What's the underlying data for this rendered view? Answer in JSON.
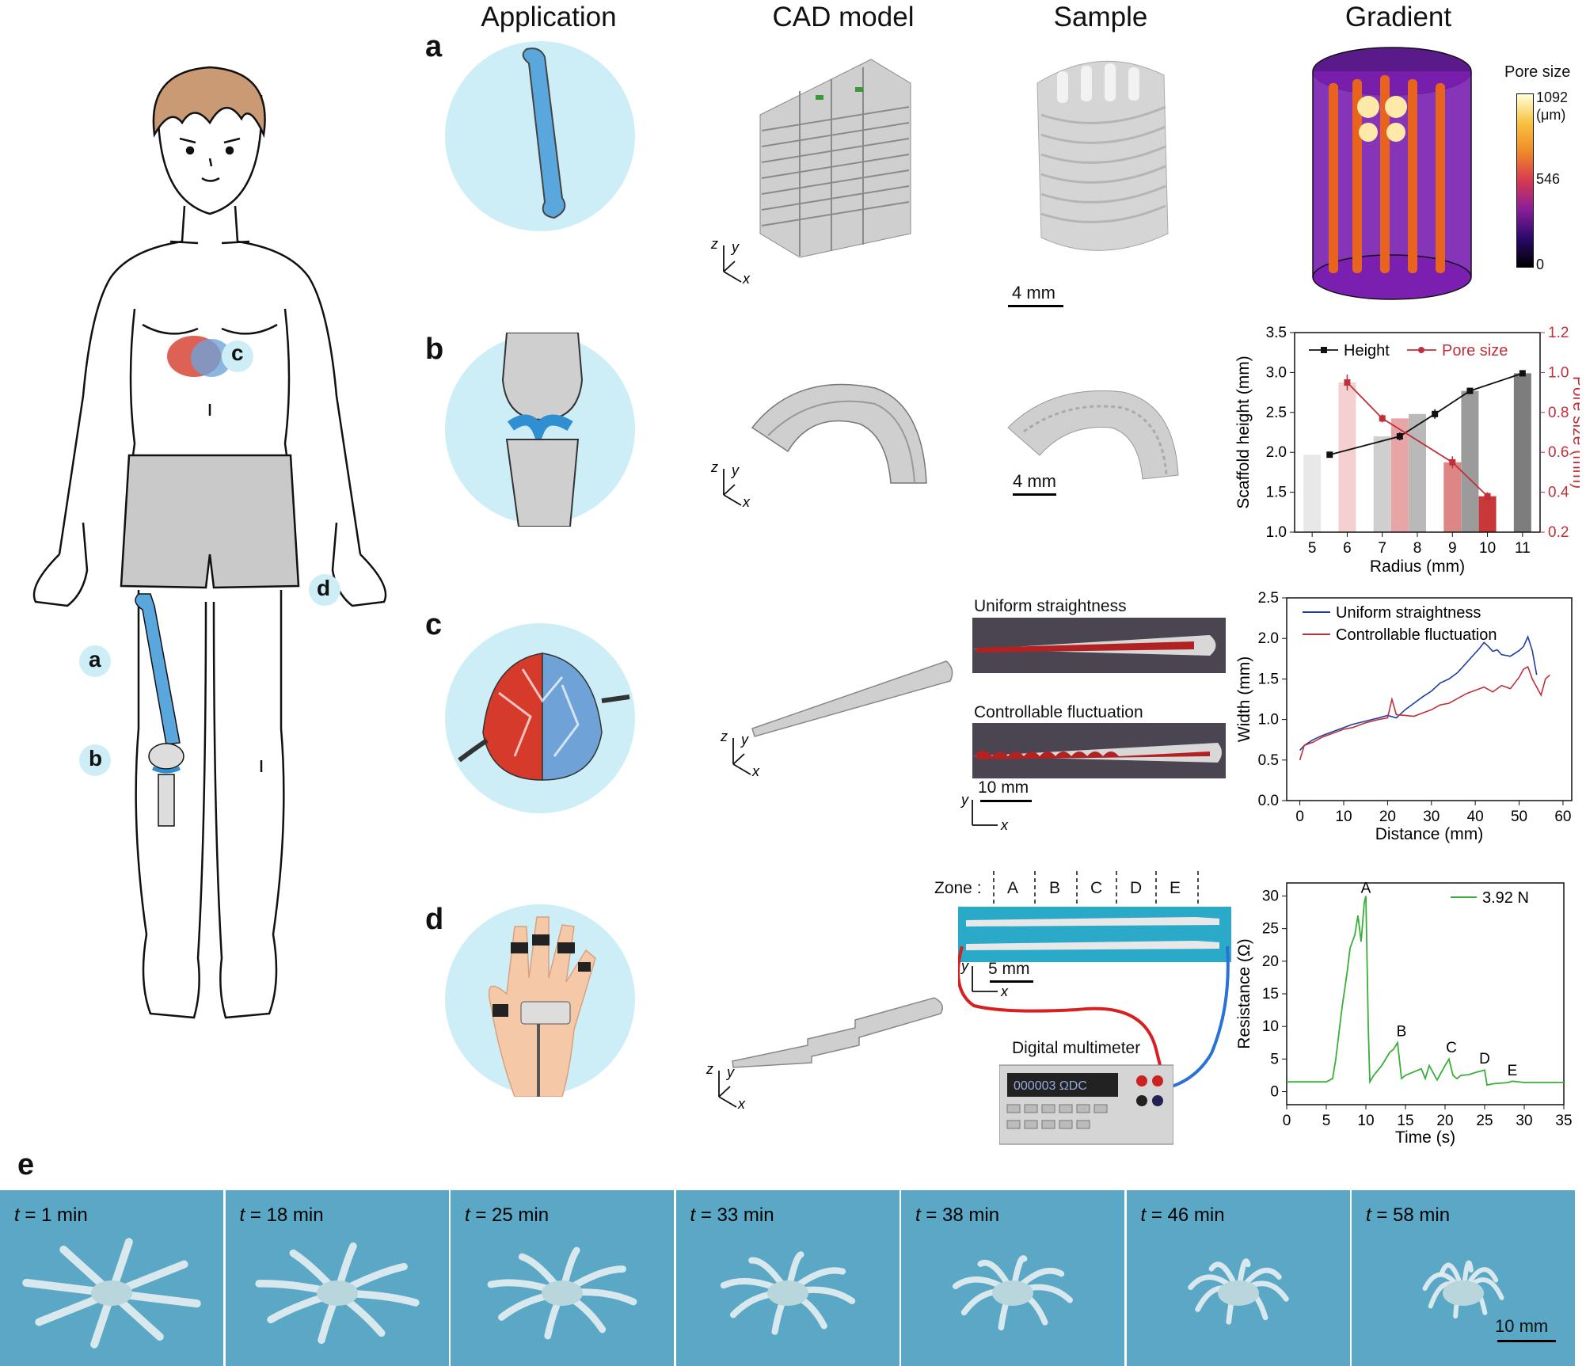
{
  "colors": {
    "circle": "#cdeef6",
    "bone_blue": "#2f8fd0",
    "vessel_red": "#d63a2a",
    "vessel_blue": "#6fa3d8",
    "grey": "#b8b8b8",
    "blue_series": "#1f3fa0",
    "red_series": "#c0303a",
    "green_series": "#3aae3a",
    "photo_bg": "#5aa8c6"
  },
  "headers": {
    "application": "Application",
    "cad": "CAD model",
    "sample": "Sample",
    "gradient": "Gradient"
  },
  "body_labels": {
    "a": "a",
    "b": "b",
    "c": "c",
    "d": "d"
  },
  "panels": {
    "a": "a",
    "b": "b",
    "c": "c",
    "d": "d",
    "e": "e"
  },
  "axes_triad": {
    "z": "z",
    "y": "y",
    "x": "x"
  },
  "panel_a": {
    "scale_bar": "4 mm",
    "colorbar_title": "Pore size",
    "colorbar_unit": "(μm)",
    "colorbar_ticks": [
      "1092",
      "546",
      "0"
    ]
  },
  "panel_b": {
    "scale_bar": "4 mm"
  },
  "panel_c": {
    "photo1_label": "Uniform straightness",
    "photo2_label": "Controllable fluctuation",
    "scale_bar": "10 mm"
  },
  "panel_d": {
    "zone_label": "Zone :",
    "zones": [
      "A",
      "B",
      "C",
      "D",
      "E"
    ],
    "scale_bar": "5 mm",
    "multimeter_label": "Digital multimeter",
    "display": "000003 ΩDC"
  },
  "panel_e": {
    "captions": [
      {
        "t": "t",
        "rest": " = 1 min"
      },
      {
        "t": "t",
        "rest": " = 18 min"
      },
      {
        "t": "t",
        "rest": " = 25 min"
      },
      {
        "t": "t",
        "rest": " = 33 min"
      },
      {
        "t": "t",
        "rest": " = 38 min"
      },
      {
        "t": "t",
        "rest": " = 46 min"
      },
      {
        "t": "t",
        "rest": " = 58 min"
      }
    ],
    "curl": [
      0,
      0.15,
      0.3,
      0.45,
      0.6,
      0.8,
      1.0
    ],
    "scale_bar": "10 mm"
  },
  "chart_data": [
    {
      "type": "bar",
      "id": "b",
      "categories": [
        5,
        6,
        7,
        8,
        9,
        10,
        11
      ],
      "series": [
        {
          "name": "Height",
          "values": [
            1.97,
            2.2,
            2.48,
            2.77,
            2.99
          ],
          "x": [
            5.5,
            7.5,
            8.5,
            9.5,
            11
          ],
          "errors": [
            0.03,
            0.05,
            0.06,
            0.04,
            0.04
          ]
        },
        {
          "name": "Pore size",
          "values": [
            0.95,
            0.77,
            0.55,
            0.38
          ],
          "x": [
            6,
            7,
            9,
            10
          ],
          "errors": [
            0.04,
            0.02,
            0.03,
            0.02
          ]
        }
      ],
      "bars": [
        {
          "x": 5,
          "value": 1.97,
          "axis": "left",
          "color": "#e8e8e8"
        },
        {
          "x": 6,
          "value": 0.95,
          "axis": "right",
          "color": "#f5d0d0"
        },
        {
          "x": 7,
          "value": 2.2,
          "axis": "left",
          "color": "#cfcfcf"
        },
        {
          "x": 7.5,
          "value": 0.77,
          "axis": "right",
          "color": "#e9a5a5"
        },
        {
          "x": 8,
          "value": 2.48,
          "axis": "left",
          "color": "#b9b9b9"
        },
        {
          "x": 9,
          "value": 0.55,
          "axis": "right",
          "color": "#de8585"
        },
        {
          "x": 9.5,
          "value": 2.77,
          "axis": "left",
          "color": "#9b9b9b"
        },
        {
          "x": 10,
          "value": 0.38,
          "axis": "right",
          "color": "#c83838"
        },
        {
          "x": 11,
          "value": 2.99,
          "axis": "left",
          "color": "#7d7d7d"
        }
      ],
      "xlabel": "Radius (mm)",
      "ylabel": "Scaffold height (mm)",
      "y2label": "Pore size (mm)",
      "xlim": [
        4.5,
        11.5
      ],
      "ylim": [
        1.0,
        3.5
      ],
      "y2lim": [
        0.2,
        1.2
      ],
      "xticks": [
        "5",
        "6",
        "7",
        "8",
        "9",
        "10",
        "11"
      ],
      "yticks": [
        "1.0",
        "1.5",
        "2.0",
        "2.5",
        "3.0",
        "3.5"
      ],
      "y2ticks": [
        "0.2",
        "0.4",
        "0.6",
        "0.8",
        "1.0",
        "1.2"
      ],
      "legend": "top"
    },
    {
      "type": "line",
      "id": "c",
      "series": [
        {
          "name": "Uniform straightness",
          "x": [
            0,
            1,
            3,
            5,
            8,
            10,
            12,
            15,
            18,
            20,
            22,
            24,
            26,
            28,
            30,
            32,
            34,
            36,
            38,
            40,
            41,
            42,
            43,
            44,
            45,
            46,
            48,
            50,
            51,
            52,
            53,
            54
          ],
          "y": [
            0.62,
            0.68,
            0.75,
            0.8,
            0.86,
            0.9,
            0.94,
            0.98,
            1.02,
            1.05,
            1.02,
            1.12,
            1.2,
            1.28,
            1.35,
            1.45,
            1.5,
            1.58,
            1.7,
            1.82,
            1.88,
            1.95,
            1.9,
            1.84,
            1.86,
            1.8,
            1.78,
            1.85,
            1.9,
            2.02,
            1.85,
            1.55
          ]
        },
        {
          "name": "Controllable fluctuation",
          "x": [
            0,
            1,
            3,
            5,
            8,
            10,
            12,
            15,
            18,
            20,
            21,
            22,
            24,
            26,
            28,
            30,
            32,
            34,
            36,
            38,
            40,
            42,
            44,
            46,
            48,
            50,
            51,
            52,
            53,
            55,
            56,
            57
          ],
          "y": [
            0.5,
            0.68,
            0.72,
            0.78,
            0.84,
            0.88,
            0.9,
            0.96,
            1.0,
            1.02,
            1.25,
            1.06,
            1.05,
            1.04,
            1.08,
            1.12,
            1.18,
            1.2,
            1.26,
            1.32,
            1.36,
            1.4,
            1.34,
            1.42,
            1.38,
            1.52,
            1.62,
            1.65,
            1.5,
            1.3,
            1.5,
            1.55
          ]
        }
      ],
      "xlabel": "Distance (mm)",
      "ylabel": "Width (mm)",
      "xlim": [
        -3,
        62
      ],
      "ylim": [
        0,
        2.5
      ],
      "xticks": [
        "0",
        "10",
        "20",
        "30",
        "40",
        "50",
        "60"
      ],
      "yticks": [
        "0.0",
        "0.5",
        "1.0",
        "1.5",
        "2.0",
        "2.5"
      ],
      "legend": "top"
    },
    {
      "type": "line",
      "id": "d",
      "series": [
        {
          "name": "3.92 N",
          "x": [
            0,
            5,
            5.8,
            6.2,
            7,
            7.6,
            8,
            8.6,
            9,
            9.4,
            9.8,
            10,
            10.3,
            10.5,
            11,
            12,
            13,
            13.5,
            14,
            14.5,
            15,
            16,
            17,
            17.5,
            18,
            19,
            20,
            20.5,
            21,
            21.5,
            22,
            23,
            24,
            25,
            25.3,
            26,
            28,
            28.5,
            30,
            35
          ],
          "y": [
            1.5,
            1.5,
            2,
            5,
            13,
            18,
            22,
            24,
            27,
            23,
            29,
            30,
            10,
            1.5,
            2.5,
            4,
            6,
            6.5,
            7.5,
            2,
            2.5,
            3,
            3.5,
            2,
            4,
            1.8,
            4,
            5,
            2.5,
            2,
            2.5,
            2.6,
            3,
            3.3,
            1,
            1.2,
            1.4,
            1.6,
            1.4,
            1.4
          ]
        }
      ],
      "annotations": [
        {
          "text": "A",
          "x": 10,
          "y": 30
        },
        {
          "text": "B",
          "x": 14.5,
          "y": 8
        },
        {
          "text": "C",
          "x": 20.8,
          "y": 5.5
        },
        {
          "text": "D",
          "x": 25,
          "y": 3.8
        },
        {
          "text": "E",
          "x": 28.5,
          "y": 2
        }
      ],
      "xlabel": "Time (s)",
      "ylabel": "Resistance (Ω)",
      "xlim": [
        0,
        35
      ],
      "ylim": [
        -2,
        32
      ],
      "xticks": [
        "0",
        "5",
        "10",
        "15",
        "20",
        "25",
        "30",
        "35"
      ],
      "yticks": [
        "0",
        "5",
        "10",
        "15",
        "20",
        "25",
        "30"
      ],
      "legend": "top-right"
    }
  ]
}
